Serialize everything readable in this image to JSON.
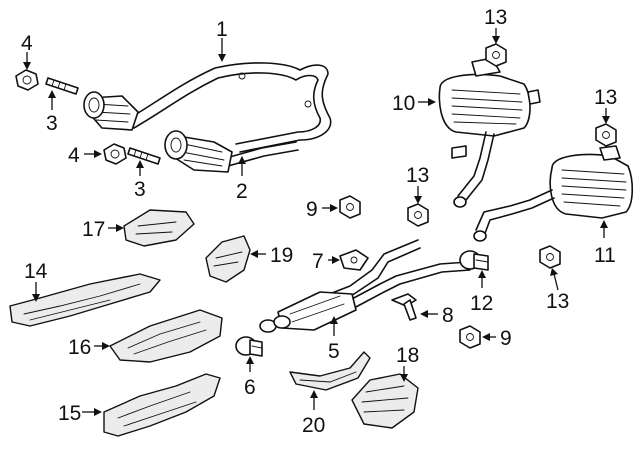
{
  "callouts": {
    "c1": "1",
    "c2": "2",
    "c3a": "3",
    "c3b": "3",
    "c4a": "4",
    "c4b": "4",
    "c5": "5",
    "c6": "6",
    "c7": "7",
    "c8": "8",
    "c9a": "9",
    "c9b": "9",
    "c10": "10",
    "c11": "11",
    "c12": "12",
    "c13a": "13",
    "c13b": "13",
    "c13c": "13",
    "c13d": "13",
    "c14": "14",
    "c15": "15",
    "c16": "16",
    "c17": "17",
    "c18": "18",
    "c19": "19",
    "c20": "20"
  },
  "parts": [
    {
      "number": "1",
      "name": "catalytic-converter-front-pipe-assembly"
    },
    {
      "number": "2",
      "name": "catalytic-converter-right"
    },
    {
      "number": "3",
      "name": "stud"
    },
    {
      "number": "4",
      "name": "nut"
    },
    {
      "number": "5",
      "name": "center-pipe-resonator"
    },
    {
      "number": "6",
      "name": "clamp"
    },
    {
      "number": "7",
      "name": "hanger-insulator"
    },
    {
      "number": "8",
      "name": "hanger-bracket"
    },
    {
      "number": "9",
      "name": "insulator"
    },
    {
      "number": "10",
      "name": "muffler-left"
    },
    {
      "number": "11",
      "name": "muffler-right"
    },
    {
      "number": "12",
      "name": "clamp"
    },
    {
      "number": "13",
      "name": "insulator"
    },
    {
      "number": "14",
      "name": "heat-shield"
    },
    {
      "number": "15",
      "name": "heat-shield"
    },
    {
      "number": "16",
      "name": "heat-shield"
    },
    {
      "number": "17",
      "name": "heat-shield"
    },
    {
      "number": "18",
      "name": "heat-shield"
    },
    {
      "number": "19",
      "name": "heat-shield"
    },
    {
      "number": "20",
      "name": "heat-shield"
    }
  ],
  "colors": {
    "line": "#111111",
    "background": "#ffffff",
    "shade": "#ececec"
  }
}
